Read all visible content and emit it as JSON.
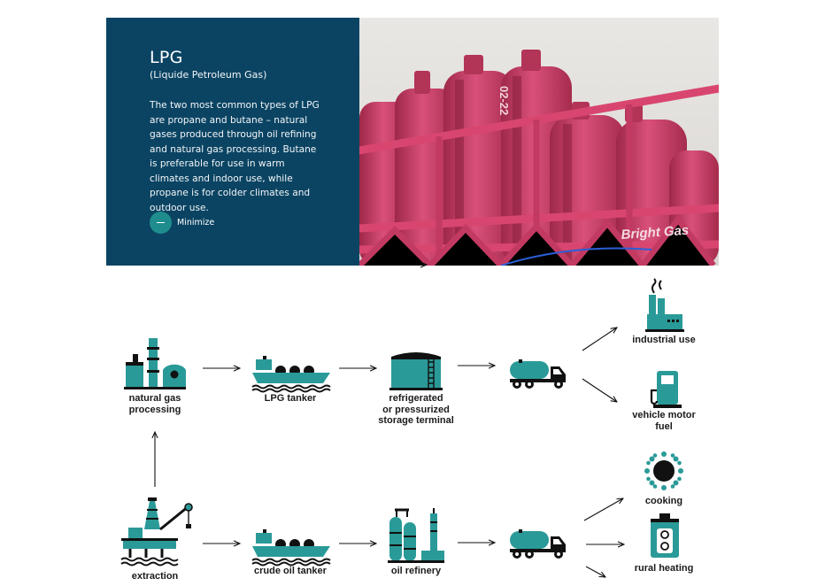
{
  "info_panel": {
    "title": "LPG",
    "subtitle": "(Liquide Petroleum Gas)",
    "description": "The two most common types of LPG are propane and butane – natural gases produced through oil refining and natural gas processing. Butane is preferable for use in warm climates and indoor use, while propane is for colder climates and outdoor use.",
    "minimize_label": "Minimize"
  },
  "photo": {
    "cylinder_marking": "02-22",
    "brand_text": "Bright Gas"
  },
  "diagram": {
    "nodes": {
      "natural_gas_processing": "natural gas\nprocessing",
      "lpg_tanker": "LPG tanker",
      "storage_terminal": "refrigerated\nor pressurized\nstorage terminal",
      "industrial_use": "industrial use",
      "vehicle_motor_fuel": "vehicle motor\nfuel",
      "cooking": "cooking",
      "rural_heating": "rural heating",
      "extraction": "extraction",
      "crude_oil_tanker": "crude oil tanker",
      "oil_refinery": "oil refinery"
    }
  },
  "colors": {
    "teal": "#2a9a98",
    "panel": "#0b4463",
    "ink": "#111111",
    "cylinder": "#cc3b64"
  }
}
